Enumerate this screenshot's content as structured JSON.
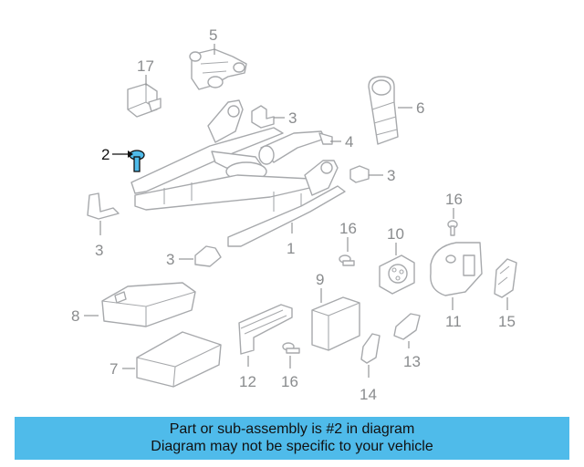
{
  "diagram": {
    "highlighted_part": "2",
    "highlight_color": "#4fbbea",
    "callouts": {
      "c1": "1",
      "c2": "2",
      "c3a": "3",
      "c3b": "3",
      "c3c": "3",
      "c3d": "3",
      "c4": "4",
      "c5": "5",
      "c6": "6",
      "c7": "7",
      "c8": "8",
      "c9": "9",
      "c10": "10",
      "c11": "11",
      "c12": "12",
      "c13": "13",
      "c14": "14",
      "c15": "15",
      "c16a": "16",
      "c16b": "16",
      "c16c": "16",
      "c17": "17"
    }
  },
  "caption": {
    "line1": "Part or sub-assembly is #2 in diagram",
    "line2": "Diagram may not be specific to your vehicle",
    "background": "#4fbbea"
  }
}
